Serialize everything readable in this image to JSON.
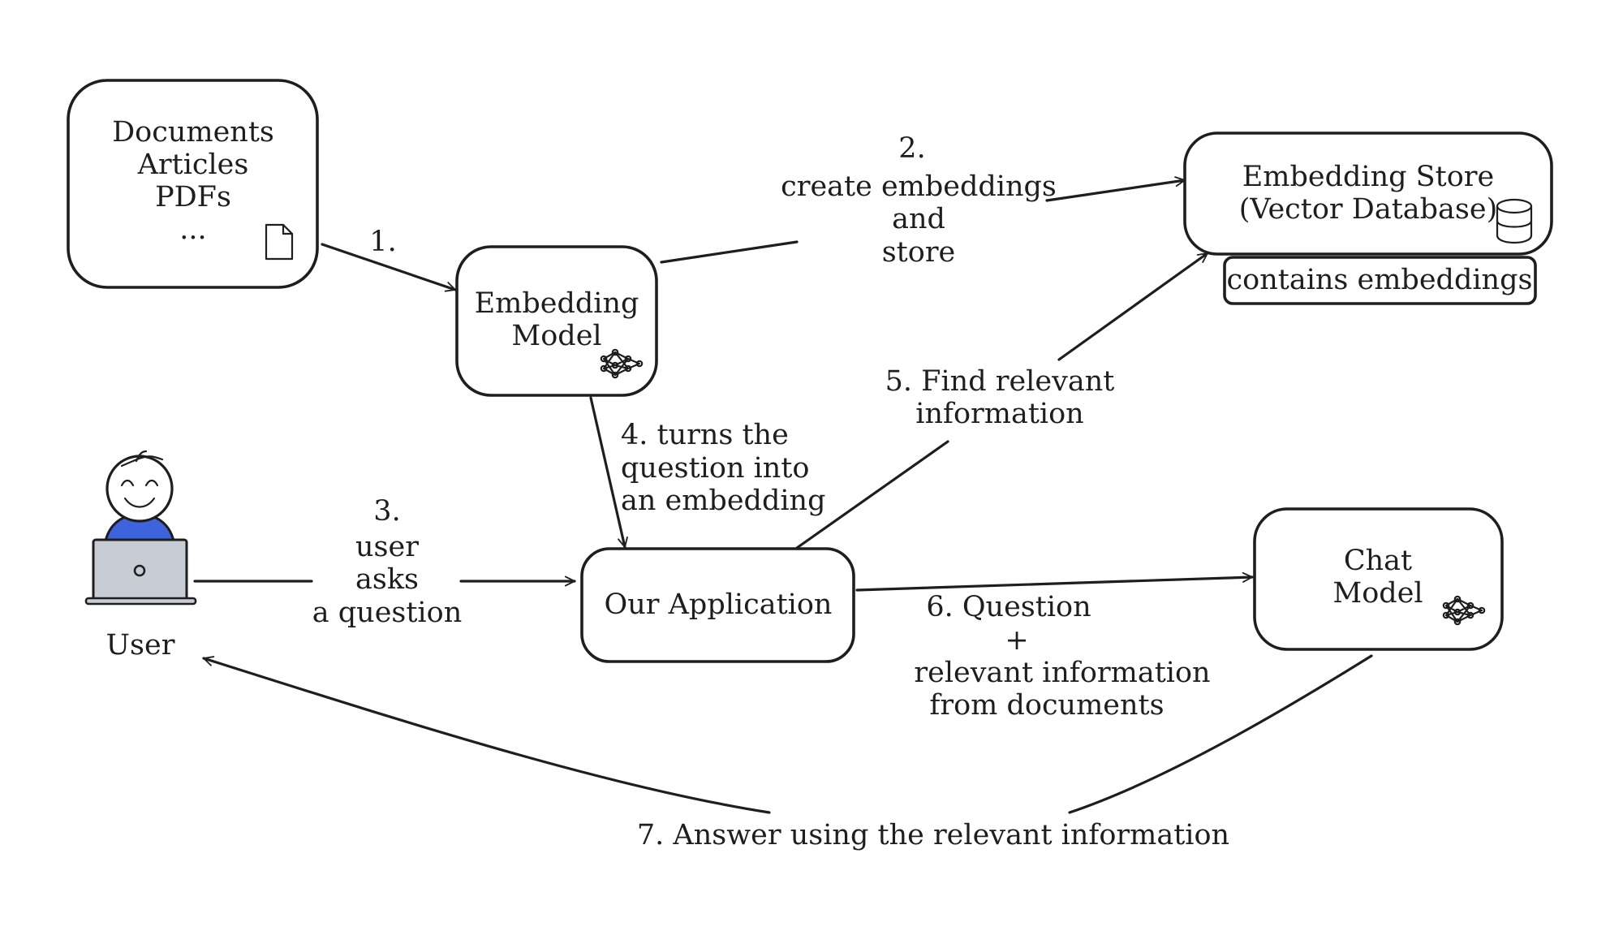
{
  "nodes": {
    "sources": {
      "lines": [
        "Documents",
        "Articles",
        "PDFs",
        "..."
      ],
      "icon": "document-icon"
    },
    "embedding_model": {
      "lines": [
        "Embedding",
        "Model"
      ],
      "icon": "neural-network-icon"
    },
    "embedding_store": {
      "lines": [
        "Embedding Store",
        "(Vector Database)"
      ],
      "icon": "database-icon"
    },
    "embedding_store_note": {
      "text": "contains embeddings"
    },
    "application": {
      "text": "Our Application"
    },
    "chat_model": {
      "lines": [
        "Chat",
        "Model"
      ],
      "icon": "neural-network-icon"
    },
    "user": {
      "label": "User",
      "icon": "user-with-laptop-icon"
    }
  },
  "edges": {
    "step1": {
      "lines": [
        "1."
      ]
    },
    "step2": {
      "lines": [
        "2.",
        "create embeddings",
        "and",
        "store"
      ]
    },
    "step3": {
      "lines": [
        "3.",
        "user",
        "asks",
        "a question"
      ]
    },
    "step4": {
      "lines": [
        "4. turns the",
        "question into",
        "an embedding"
      ]
    },
    "step5": {
      "lines": [
        "5. Find relevant",
        "information"
      ]
    },
    "step6": {
      "lines": [
        "6. Question",
        "+",
        "relevant information",
        "from documents"
      ]
    },
    "step7": {
      "lines": [
        "7. Answer using the relevant information"
      ]
    }
  },
  "colors": {
    "stroke": "#1e1e1e",
    "background": "#ffffff",
    "user_shirt": "#3d63dd",
    "laptop": "#c8ccd4"
  }
}
